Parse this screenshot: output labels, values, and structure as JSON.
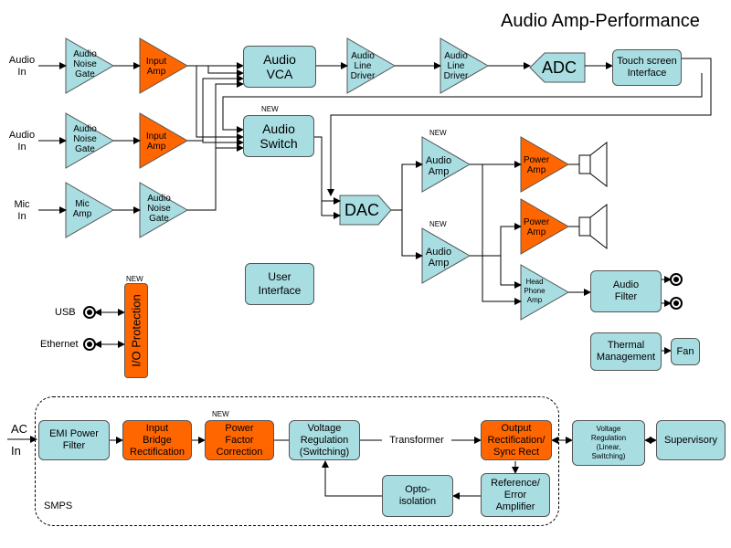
{
  "title": "Audio Amp-Performance",
  "new_label": "NEW",
  "inputs": {
    "audio_in_1": "Audio\nIn",
    "audio_in_2": "Audio\nIn",
    "mic_in": "Mic\nIn",
    "usb": "USB",
    "ethernet": "Ethernet",
    "ac": "AC",
    "in": "In"
  },
  "blocks": {
    "noise_gate_1": "Audio\nNoise\nGate",
    "noise_gate_2": "Audio\nNoise\nGate",
    "noise_gate_3": "Audio\nNoise\nGate",
    "input_amp_1": "Input\nAmp",
    "input_amp_2": "Input\nAmp",
    "mic_amp": "Mic\nAmp",
    "audio_vca": "Audio\nVCA",
    "audio_switch": "Audio\nSwitch",
    "line_driver_1": "Audio\nLine\nDriver",
    "line_driver_2": "Audio\nLine\nDriver",
    "adc": "ADC",
    "touch_screen": "Touch screen\nInterface",
    "dac": "DAC",
    "audio_amp_1": "Audio\nAmp",
    "audio_amp_2": "Audio\nAmp",
    "power_amp_1": "Power\nAmp",
    "power_amp_2": "Power\nAmp",
    "headphone_amp": "Head\nPhone\nAmp",
    "audio_filter": "Audio\nFilter",
    "user_interface": "User\nInterface",
    "io_protection": "I/O Protection",
    "thermal_management": "Thermal\nManagement",
    "fan": "Fan"
  },
  "smps": {
    "label": "SMPS",
    "emi_filter": "EMI Power\nFilter",
    "input_bridge": "Input\nBridge\nRectification",
    "pfc": "Power\nFactor\nCorrection",
    "voltage_reg_switching": "Voltage\nRegulation\n(Switching)",
    "transformer": "Transformer",
    "output_rect": "Output\nRectification/\nSync Rect",
    "reference_error": "Reference/\nError\nAmplifier",
    "opto_isolation": "Opto-\nisolation",
    "voltage_reg_linear": "Voltage\nRegulation\n(Linear,\nSwitching)",
    "supervisory": "Supervisory"
  },
  "colors": {
    "teal": "#a8dde2",
    "orange": "#ff6600",
    "line": "#000000"
  }
}
